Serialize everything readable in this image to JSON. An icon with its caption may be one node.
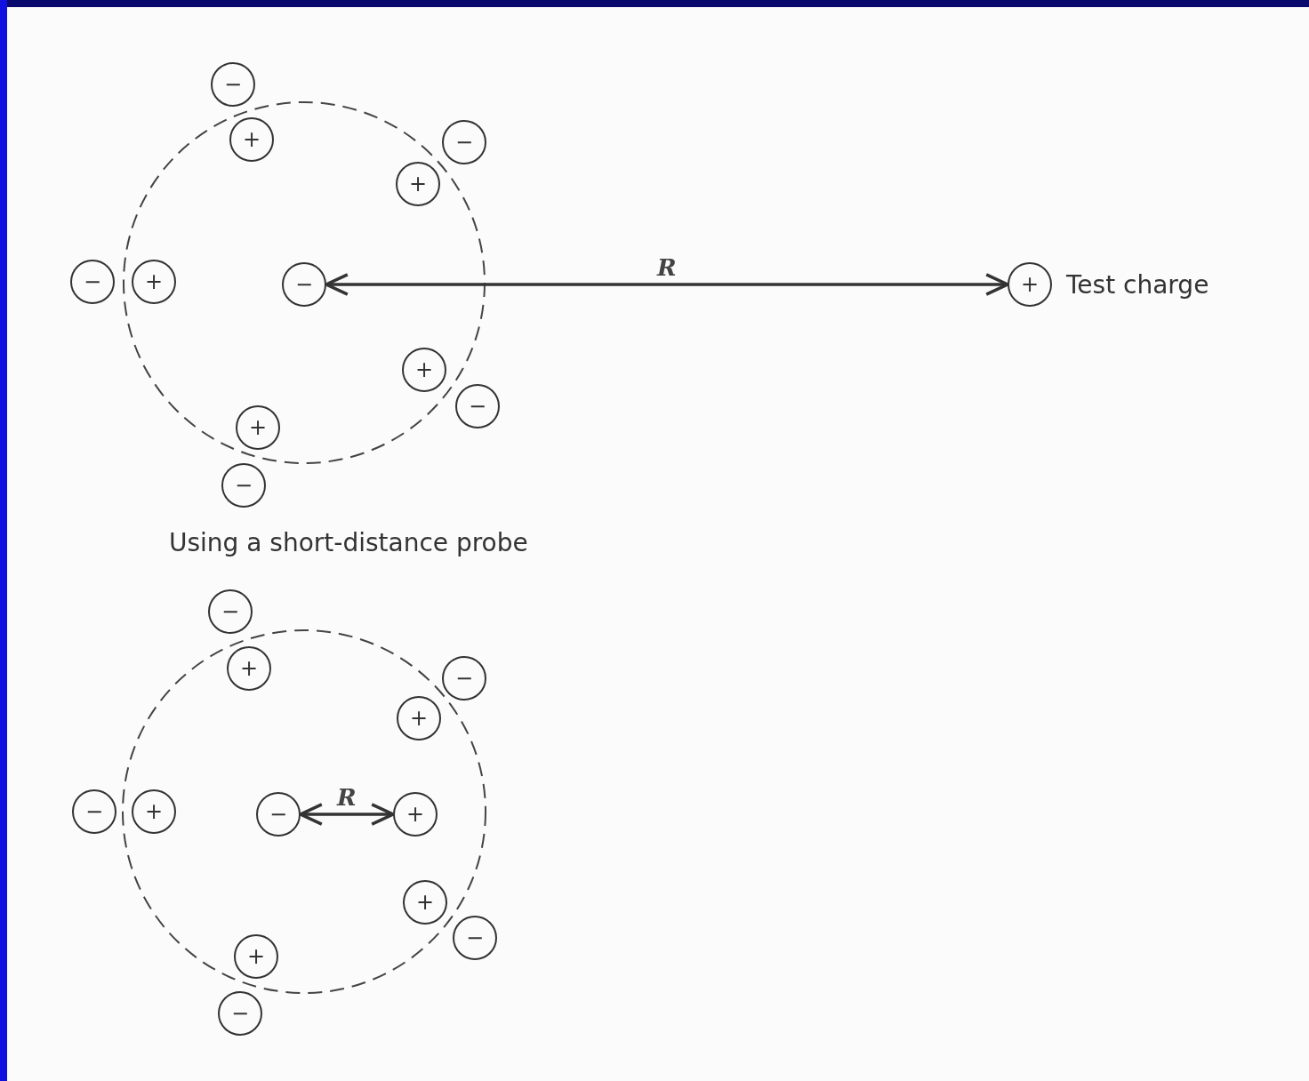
{
  "diagram": {
    "nodes": [
      {
        "text": [
          "−"
        ]
      },
      {
        "text": [
          "+"
        ]
      },
      {
        "text": [
          "−"
        ]
      },
      {
        "text": [
          "+"
        ]
      },
      {
        "text": [
          "−"
        ]
      },
      {
        "text": [
          "+"
        ]
      },
      {
        "text": [
          "−"
        ]
      },
      {
        "text": [
          "+"
        ],
        "beside": [
          "Test charge"
        ]
      },
      {
        "text": [
          "+"
        ]
      },
      {
        "text": [
          "−"
        ]
      },
      {
        "text": [
          "+"
        ]
      },
      {
        "text": [
          "−"
        ]
      },
      {
        "text": [
          "−"
        ]
      },
      {
        "text": [
          "+"
        ]
      },
      {
        "text": [
          "−"
        ]
      },
      {
        "text": [
          "+"
        ]
      },
      {
        "text": [
          "−"
        ]
      },
      {
        "text": [
          "+"
        ]
      },
      {
        "text": [
          "−"
        ]
      },
      {
        "text": [
          "+"
        ]
      },
      {
        "text": [
          "+"
        ]
      },
      {
        "text": [
          "−"
        ]
      },
      {
        "text": [
          "+"
        ]
      },
      {
        "text": [
          "−"
        ]
      }
    ],
    "edges": [
      {
        "from": 6,
        "to": 7,
        "arrow": "both",
        "label": "R"
      },
      {
        "from": 18,
        "to": 19,
        "arrow": "both",
        "label": "R"
      }
    ],
    "labels": [
      "Using a short-distance probe"
    ]
  }
}
